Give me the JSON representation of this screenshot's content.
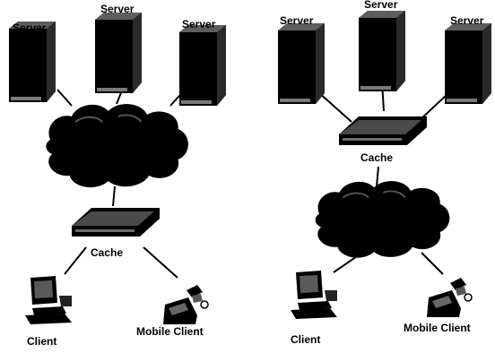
{
  "colors": {
    "ink": "#000000",
    "paper": "#ffffff",
    "highlight": "#7a7a7a"
  },
  "left_diagram": {
    "servers": [
      {
        "label": "Server",
        "icon": "server-tower-icon"
      },
      {
        "label": "Server",
        "icon": "server-tower-icon"
      },
      {
        "label": "Server",
        "icon": "server-tower-icon"
      }
    ],
    "network": {
      "icon": "cloud-icon"
    },
    "cache": {
      "label": "Cache",
      "icon": "cache-box-icon"
    },
    "client": {
      "label": "Client",
      "icon": "desktop-computer-icon"
    },
    "mobile_client": {
      "label": "Mobile Client",
      "icon": "mobile-device-icon"
    }
  },
  "right_diagram": {
    "servers": [
      {
        "label": "Server",
        "icon": "server-tower-icon"
      },
      {
        "label": "Server",
        "icon": "server-tower-icon"
      },
      {
        "label": "Server",
        "icon": "server-tower-icon"
      }
    ],
    "cache": {
      "label": "Cache",
      "icon": "cache-box-icon"
    },
    "network": {
      "icon": "cloud-icon"
    },
    "client": {
      "label": "Client",
      "icon": "desktop-computer-icon"
    },
    "mobile_client": {
      "label": "Mobile Client",
      "icon": "mobile-device-icon"
    }
  }
}
